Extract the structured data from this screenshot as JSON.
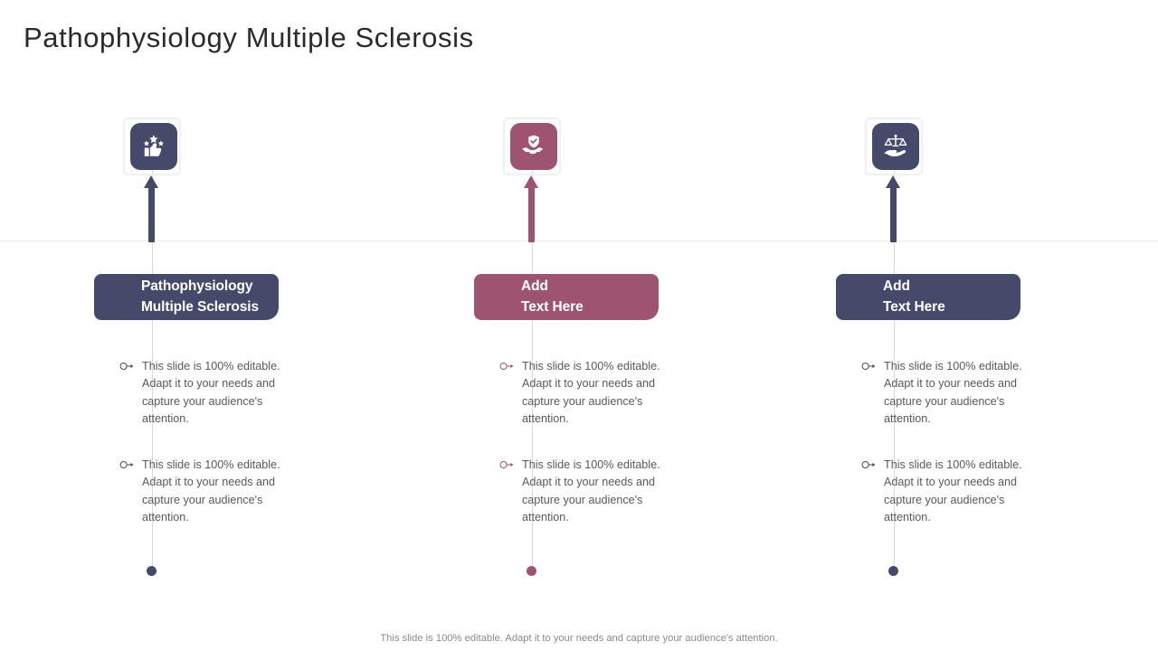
{
  "slide": {
    "title": "Pathophysiology Multiple Sclerosis",
    "footer_note": "This slide is 100% editable. Adapt it to your needs and capture your audience's attention."
  },
  "colors": {
    "navy": "#454a6b",
    "rose": "#9e5470",
    "spine_line": "#d8d8de",
    "icon_frame": "#f0eff3",
    "body_text": "#595959",
    "title_text": "#2a2a2a",
    "footer_text": "#8a8a8a",
    "divider": "#eeeef1"
  },
  "columns": [
    {
      "accent": "#454a6b",
      "icon_name": "thumbs-up-stars-icon",
      "icon_label": "thumbs up with stars",
      "banner_lines": [
        "Pathophysiology",
        "Multiple Sclerosis"
      ],
      "bullets": [
        "This slide is 100% editable. Adapt it to your needs and capture your audience's attention.",
        "This slide is 100% editable. Adapt it to your needs and capture your audience's attention."
      ]
    },
    {
      "accent": "#9e5470",
      "icon_name": "handshake-shield-icon",
      "icon_label": "handshake with shield check",
      "banner_lines": [
        "Add",
        "Text Here"
      ],
      "bullets": [
        "This slide is 100% editable. Adapt it to your needs and capture your audience's attention.",
        "This slide is 100% editable. Adapt it to your needs and capture your audience's attention."
      ]
    },
    {
      "accent": "#454a6b",
      "icon_name": "hand-balance-scales-icon",
      "icon_label": "hand holding balance scales",
      "banner_lines": [
        "Add",
        "Text Here"
      ],
      "bullets": [
        "This slide is 100% editable. Adapt it to your needs and capture your audience's attention.",
        "This slide is 100% editable. Adapt it to your needs and capture your audience's attention."
      ]
    }
  ]
}
